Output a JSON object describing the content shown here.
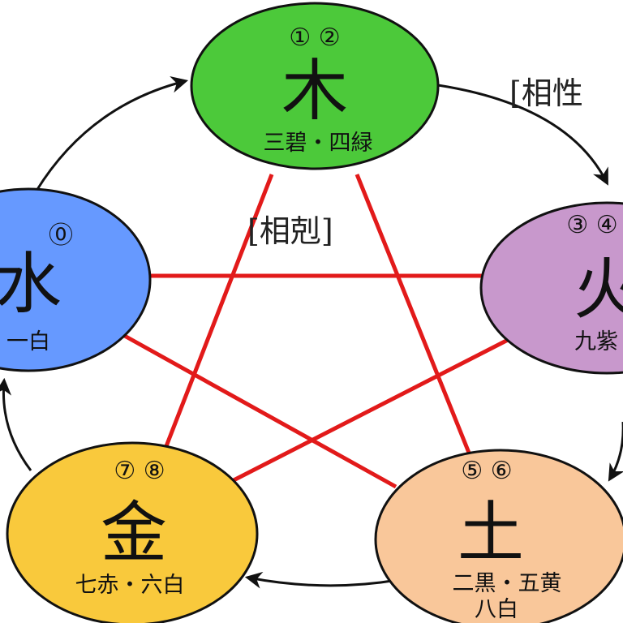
{
  "labels": {
    "sokoku": "[相剋]",
    "sosho": "[相性"
  },
  "elements": {
    "wood": {
      "char": "木",
      "nums": "①  ②",
      "stars": "三碧・四緑",
      "color": "#4cc93a"
    },
    "fire": {
      "char": "火",
      "nums": "③  ④",
      "stars": "九紫",
      "color": "#c898cc"
    },
    "earth": {
      "char": "土",
      "nums": "⑤  ⑥",
      "stars": "二黒・五黄",
      "stars2": "八白",
      "color": "#f9c79a"
    },
    "metal": {
      "char": "金",
      "nums": "⑦  ⑧",
      "stars": "七赤・六白",
      "color": "#f9c93c"
    },
    "water": {
      "char": "水",
      "nums": "⓪",
      "stars": "一白",
      "color": "#6699ff"
    }
  },
  "colors": {
    "control_line": "#e21a1a",
    "arrow": "#111111"
  }
}
